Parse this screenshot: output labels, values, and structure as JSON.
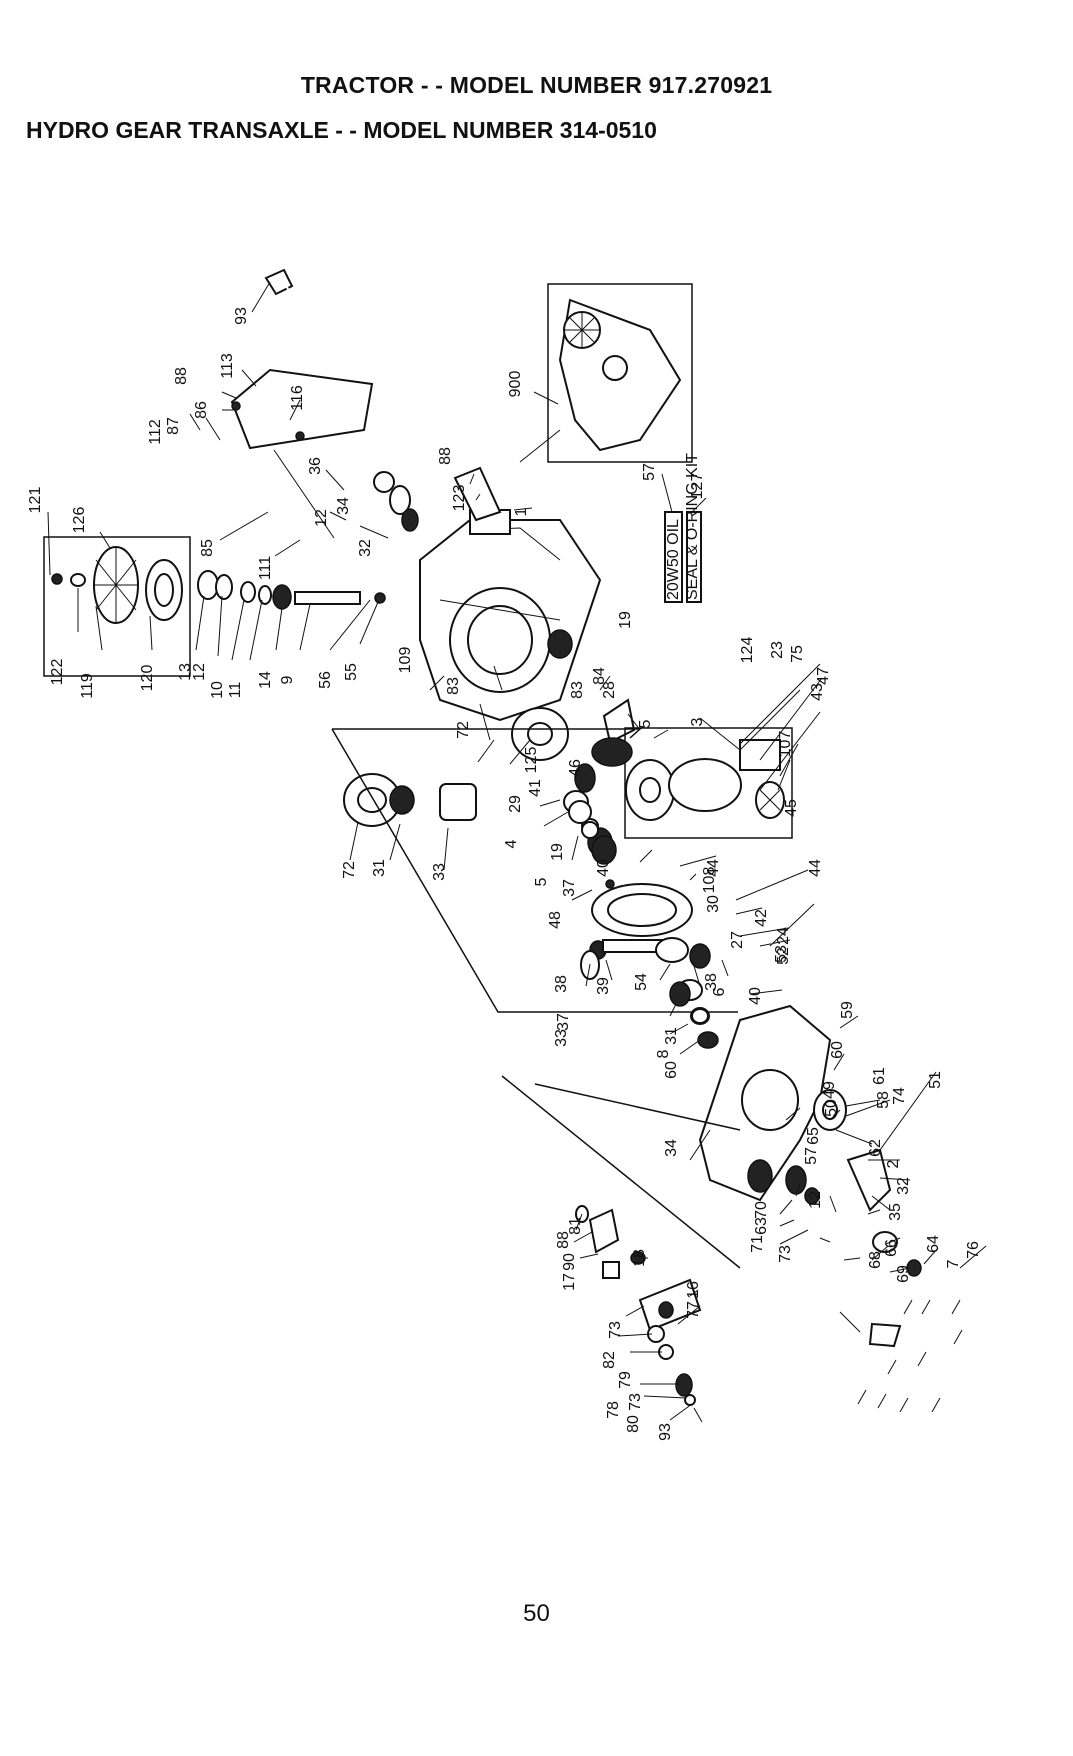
{
  "header": {
    "title": "TRACTOR - - MODEL NUMBER 917.270921",
    "subtitle": "HYDRO GEAR TRANSAXLE - - MODEL NUMBER 314-0510"
  },
  "page_number": "50",
  "oil_label": "20W50 OIL",
  "seal_kit_label": "SEAL & O-RING KIT",
  "callouts": [
    "121",
    "126",
    "122",
    "119",
    "120",
    "13",
    "12",
    "10",
    "11",
    "14",
    "9",
    "56",
    "55",
    "85",
    "111",
    "112",
    "87",
    "86",
    "88",
    "113",
    "93",
    "116",
    "36",
    "12",
    "34",
    "32",
    "88",
    "123",
    "1",
    "900",
    "57",
    "127",
    "109",
    "83",
    "19",
    "83",
    "72",
    "84",
    "28",
    "5",
    "46",
    "3",
    "124",
    "23",
    "75",
    "47",
    "43",
    "107",
    "45",
    "125",
    "41",
    "29",
    "72",
    "31",
    "33",
    "4",
    "19",
    "5",
    "37",
    "40",
    "44",
    "108",
    "44",
    "48",
    "30",
    "24",
    "42",
    "53",
    "27",
    "52",
    "38",
    "39",
    "54",
    "38",
    "6",
    "40",
    "37",
    "33",
    "31",
    "8",
    "60",
    "59",
    "60",
    "61",
    "58",
    "74",
    "51",
    "49",
    "50",
    "57",
    "65",
    "62",
    "2",
    "32",
    "34",
    "70",
    "63",
    "12",
    "35",
    "71",
    "68",
    "66",
    "64",
    "73",
    "69",
    "7",
    "76",
    "81",
    "88",
    "90",
    "17",
    "18",
    "73",
    "16",
    "77",
    "82",
    "79",
    "78",
    "73",
    "80",
    "93"
  ]
}
